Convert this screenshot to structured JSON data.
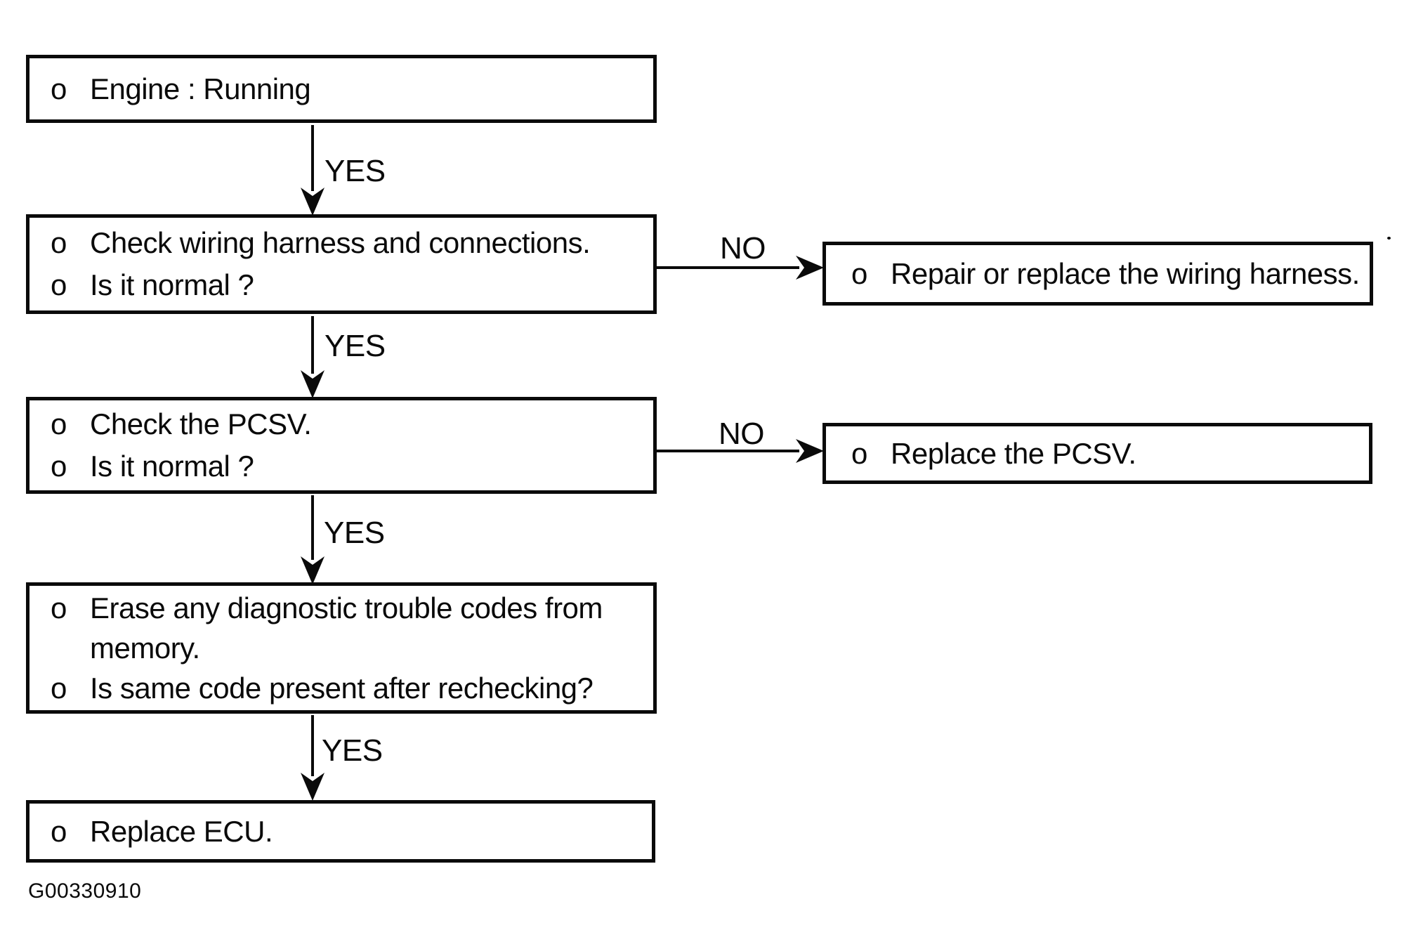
{
  "caption": "G00330910",
  "edge_labels": {
    "yes": "YES",
    "no": "NO"
  },
  "nodes": {
    "engine": {
      "items": [
        {
          "bullet": "o",
          "text": "Engine : Running"
        }
      ]
    },
    "check_wiring": {
      "items": [
        {
          "bullet": "o",
          "text": "Check wiring harness and connections."
        },
        {
          "bullet": "o",
          "text": "Is it normal ?"
        }
      ]
    },
    "repair_wiring": {
      "items": [
        {
          "bullet": "o",
          "text": "Repair or replace the wiring harness."
        }
      ]
    },
    "check_pcsv": {
      "items": [
        {
          "bullet": "o",
          "text": "Check the PCSV."
        },
        {
          "bullet": "o",
          "text": "Is it normal ?"
        }
      ]
    },
    "replace_pcsv": {
      "items": [
        {
          "bullet": "o",
          "text": "Replace the PCSV."
        }
      ]
    },
    "erase_codes": {
      "items": [
        {
          "bullet": "o",
          "text": "Erase any diagnostic trouble codes from"
        },
        {
          "bullet": "",
          "text": "memory."
        },
        {
          "bullet": "o",
          "text": "Is same code present after rechecking?"
        }
      ]
    },
    "replace_ecu": {
      "items": [
        {
          "bullet": "o",
          "text": "Replace ECU."
        }
      ]
    }
  }
}
